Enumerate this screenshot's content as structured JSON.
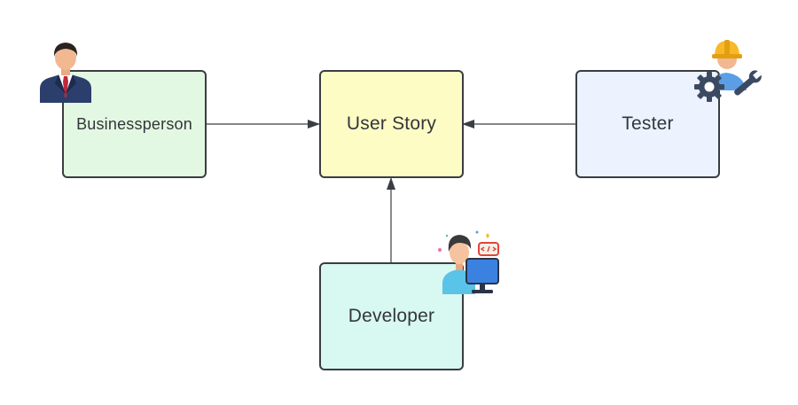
{
  "diagram": {
    "nodes": {
      "businessperson": {
        "label": "Businessperson",
        "fill": "#e3f8e2"
      },
      "user_story": {
        "label": "User Story",
        "fill": "#fdfcc5"
      },
      "tester": {
        "label": "Tester",
        "fill": "#ecf2fe"
      },
      "developer": {
        "label": "Developer",
        "fill": "#d8f8f2"
      }
    },
    "edges": [
      {
        "from": "Businessperson",
        "to": "User Story"
      },
      {
        "from": "Tester",
        "to": "User Story"
      },
      {
        "from": "Developer",
        "to": "User Story"
      }
    ],
    "icons": [
      "businessman-icon",
      "engineer-gear-wrench-icon",
      "developer-computer-icon"
    ],
    "colors": {
      "stroke": "#3a3d42",
      "text": "#33363b"
    }
  }
}
